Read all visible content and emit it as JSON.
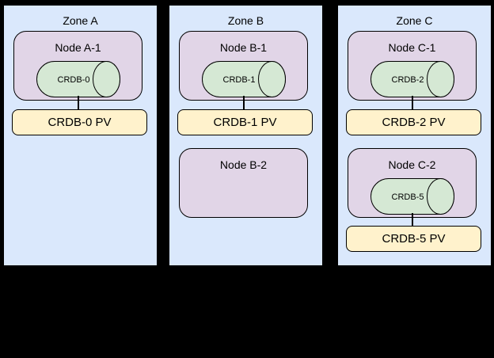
{
  "colors": {
    "background": "#000000",
    "zone_fill": "#dae8fc",
    "node_fill": "#e1d5e7",
    "database_fill": "#d5e8d4",
    "pv_fill": "#fff2cc",
    "stroke": "#000000"
  },
  "zones": [
    {
      "label": "Zone A",
      "nodes": [
        {
          "label": "Node A-1",
          "db": {
            "label": "CRDB-0"
          },
          "pv": {
            "label": "CRDB-0 PV"
          }
        }
      ]
    },
    {
      "label": "Zone B",
      "nodes": [
        {
          "label": "Node B-1",
          "db": {
            "label": "CRDB-1"
          },
          "pv": {
            "label": "CRDB-1 PV"
          }
        },
        {
          "label": "Node B-2"
        }
      ]
    },
    {
      "label": "Zone C",
      "nodes": [
        {
          "label": "Node C-1",
          "db": {
            "label": "CRDB-2"
          },
          "pv": {
            "label": "CRDB-2 PV"
          }
        },
        {
          "label": "Node C-2",
          "db": {
            "label": "CRDB-5"
          },
          "pv": {
            "label": "CRDB-5 PV"
          }
        }
      ]
    }
  ]
}
